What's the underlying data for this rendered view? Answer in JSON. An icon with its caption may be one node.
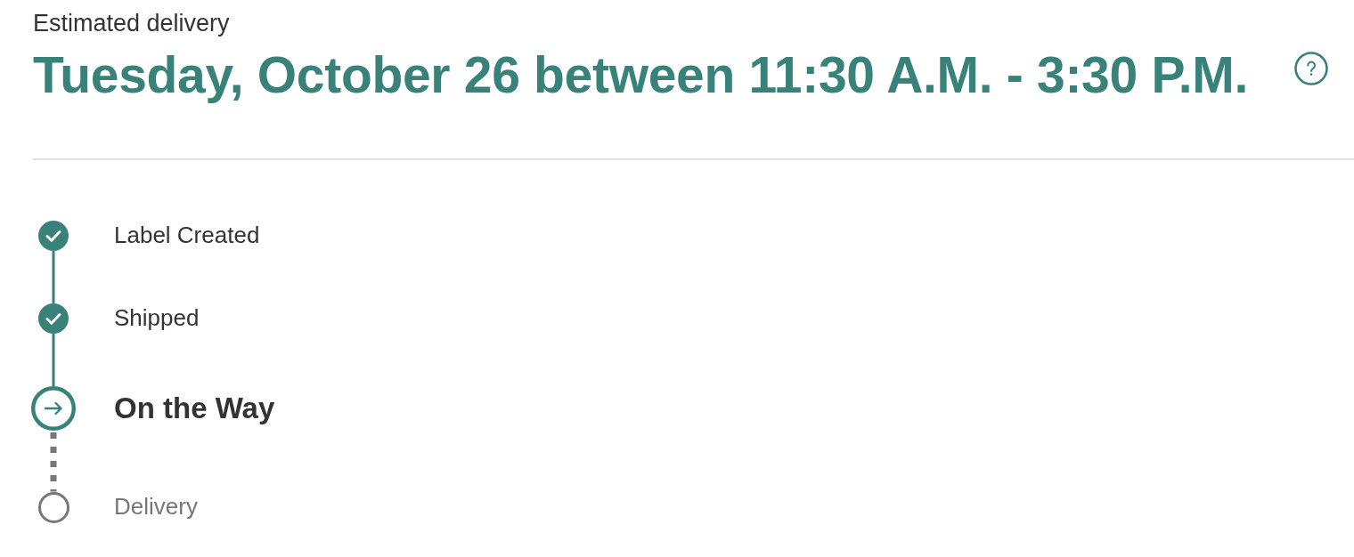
{
  "diagram": {
    "title": "Tuesday, October 26 between 11:30 A.M. - 3:30 P.M.",
    "nodes": [
      {
        "text": [],
        "shape": "circle",
        "beside": [
          "Label Created"
        ]
      },
      {
        "text": [],
        "shape": "circle",
        "beside": [
          "Shipped"
        ]
      },
      {
        "text": [],
        "shape": "circle",
        "beside": [
          "On the Way"
        ]
      },
      {
        "text": [],
        "shape": "circle",
        "beside": [
          "Delivery"
        ]
      }
    ],
    "edges": [
      {
        "from": 0,
        "to": 1,
        "arrow": "none"
      },
      {
        "from": 1,
        "to": 2,
        "arrow": "none"
      },
      {
        "from": 2,
        "to": 3,
        "arrow": "none",
        "style": "dashed",
        "color": "#777777"
      }
    ],
    "labels": [
      "Estimated delivery"
    ]
  }
}
